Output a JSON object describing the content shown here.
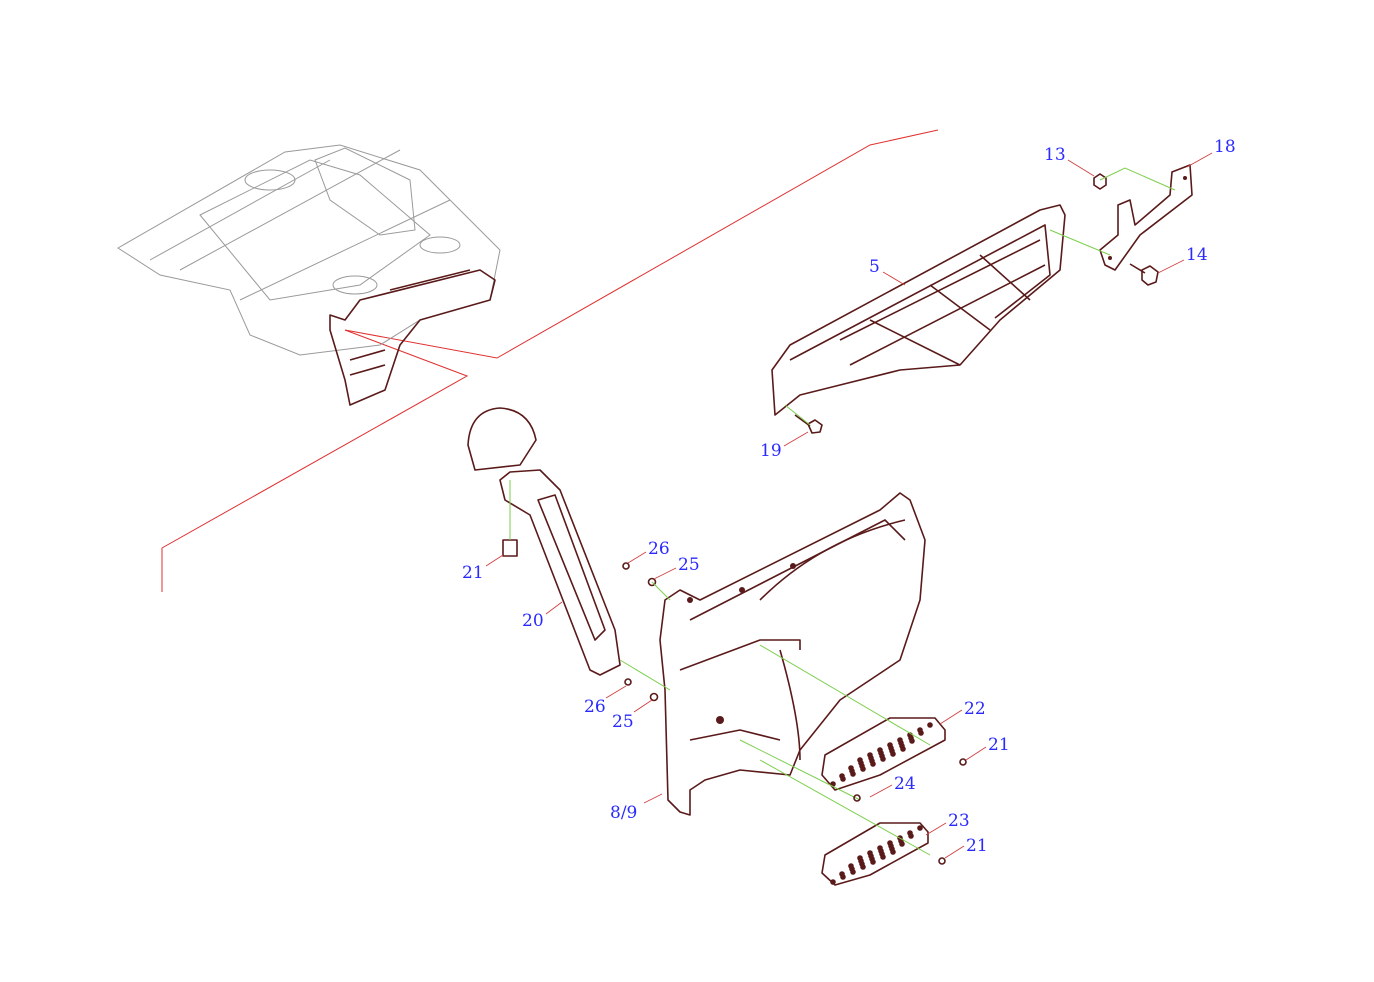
{
  "diagram": {
    "type": "exploded parts diagram",
    "callouts": [
      {
        "id": "c13",
        "label": "13"
      },
      {
        "id": "c18",
        "label": "18"
      },
      {
        "id": "c14",
        "label": "14"
      },
      {
        "id": "c5",
        "label": "5"
      },
      {
        "id": "c19",
        "label": "19"
      },
      {
        "id": "c21a",
        "label": "21"
      },
      {
        "id": "c20",
        "label": "20"
      },
      {
        "id": "c26a",
        "label": "26"
      },
      {
        "id": "c25a",
        "label": "25"
      },
      {
        "id": "c26b",
        "label": "26"
      },
      {
        "id": "c25b",
        "label": "25"
      },
      {
        "id": "c89",
        "label": "8/9"
      },
      {
        "id": "c22",
        "label": "22"
      },
      {
        "id": "c21b",
        "label": "21"
      },
      {
        "id": "c24",
        "label": "24"
      },
      {
        "id": "c23",
        "label": "23"
      },
      {
        "id": "c21c",
        "label": "21"
      }
    ],
    "colors": {
      "callout": "#2a2aff",
      "part": "#5a1a1a",
      "leader": "#d04040",
      "assembly_line": "#7ccf4c",
      "detail_line": "#e03030"
    }
  }
}
